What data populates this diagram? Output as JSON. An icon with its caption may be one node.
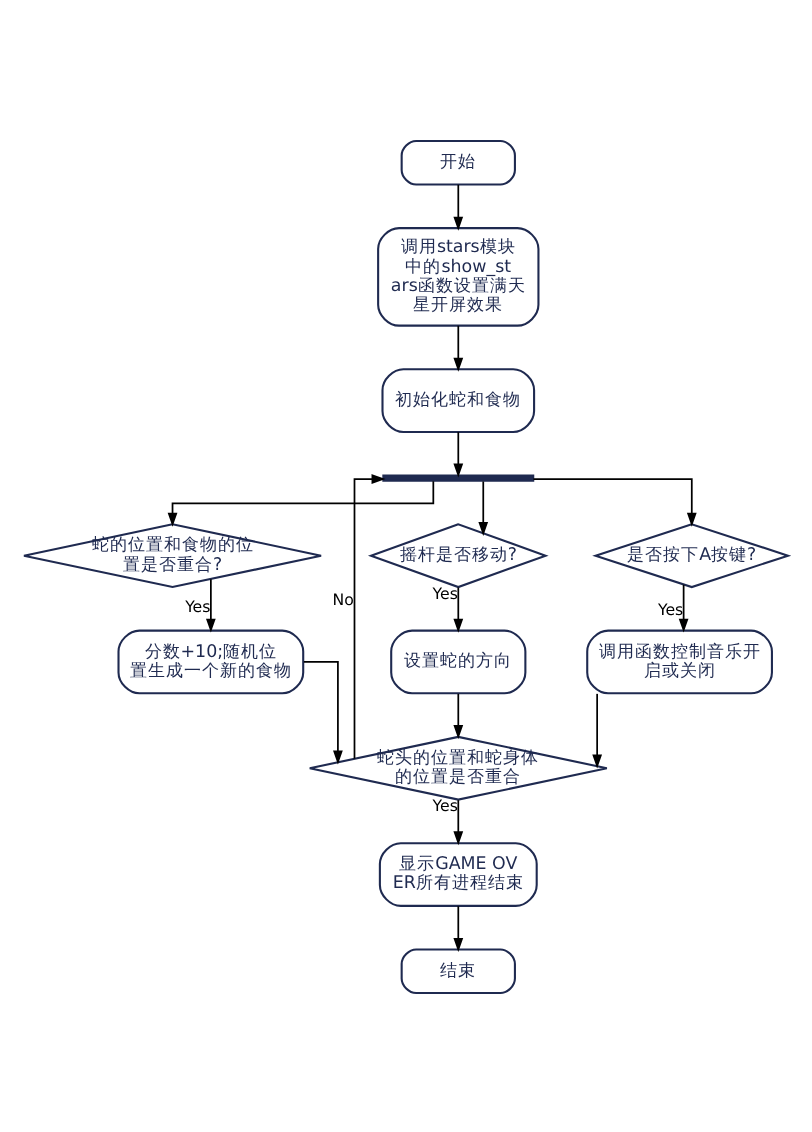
{
  "diagram": {
    "nodes": [
      {
        "text": [
          "开始"
        ]
      },
      {
        "text": [
          "调用stars模块中的show_stars函数设置满天星开屏效果"
        ]
      },
      {
        "text": [
          "初始化蛇和食物"
        ]
      },
      {
        "text": [],
        "shape": "bar"
      },
      {
        "text": [
          "蛇的位置和食物的位置是否重合?"
        ]
      },
      {
        "text": [
          "摇杆是否移动?"
        ]
      },
      {
        "text": [
          "是否按下A按键?"
        ]
      },
      {
        "text": [
          "分数+10;随机位置生成一个新的食物"
        ]
      },
      {
        "text": [
          "设置蛇的方向"
        ]
      },
      {
        "text": [
          "调用函数控制音乐开启或关闭"
        ]
      },
      {
        "text": [
          "蛇头的位置和蛇身体的位置是否重合"
        ]
      },
      {
        "text": [
          "显示GAME OVER所有进程结束"
        ]
      },
      {
        "text": [
          "结束"
        ]
      }
    ],
    "edges": [
      {
        "from": 0,
        "to": 1,
        "arrow": "to"
      },
      {
        "from": 1,
        "to": 2,
        "arrow": "to"
      },
      {
        "from": 2,
        "to": 3,
        "arrow": "to"
      },
      {
        "from": 3,
        "to": 4,
        "arrow": "to"
      },
      {
        "from": 3,
        "to": 5,
        "arrow": "to"
      },
      {
        "from": 3,
        "to": 6,
        "arrow": "to"
      },
      {
        "from": 4,
        "to": 7,
        "label": "Yes",
        "arrow": "to"
      },
      {
        "from": 5,
        "to": 8,
        "label": "Yes",
        "arrow": "to"
      },
      {
        "from": 6,
        "to": 9,
        "label": "Yes",
        "arrow": "to"
      },
      {
        "from": 7,
        "to": 10,
        "arrow": "to"
      },
      {
        "from": 8,
        "to": 10,
        "arrow": "to"
      },
      {
        "from": 9,
        "to": 10,
        "arrow": "to"
      },
      {
        "from": 10,
        "to": 11,
        "label": "Yes",
        "arrow": "to"
      },
      {
        "from": 11,
        "to": 12,
        "arrow": "to"
      },
      {
        "from": 10,
        "to": 3,
        "label": "No",
        "arrow": "to"
      }
    ]
  }
}
